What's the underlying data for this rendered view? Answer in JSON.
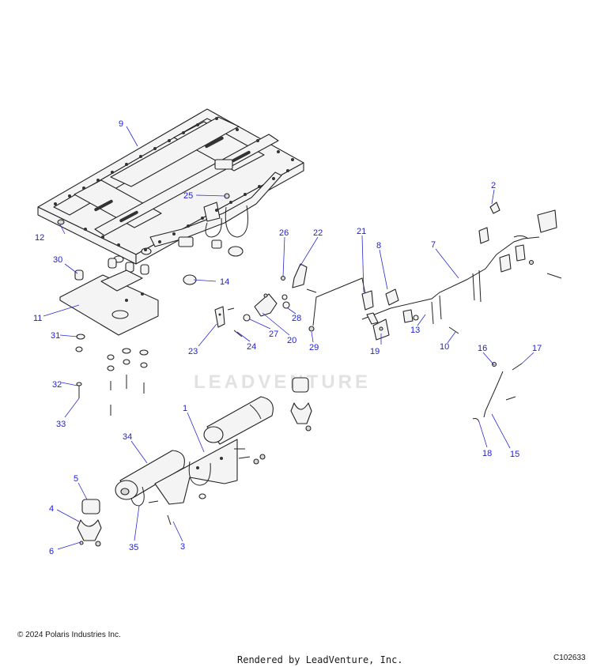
{
  "watermark": "LEADVENTURE",
  "footer": {
    "copyright": "© 2024 Polaris Industries Inc.",
    "rendered_by": "Rendered by LeadVenture, Inc.",
    "figure_id": "C102633"
  },
  "callouts": {
    "c1": "1",
    "c2": "2",
    "c3": "3",
    "c4": "4",
    "c5": "5",
    "c6": "6",
    "c7": "7",
    "c8": "8",
    "c9": "9",
    "c10": "10",
    "c11": "11",
    "c12": "12",
    "c13": "13",
    "c14": "14",
    "c15": "15",
    "c16": "16",
    "c17": "17",
    "c18": "18",
    "c19": "19",
    "c20": "20",
    "c21": "21",
    "c22": "22",
    "c23": "23",
    "c24": "24",
    "c25": "25",
    "c26": "26",
    "c27": "27",
    "c28": "28",
    "c29": "29",
    "c30": "30",
    "c31": "31",
    "c32": "32",
    "c33": "33",
    "c34": "34",
    "c35": "35"
  }
}
